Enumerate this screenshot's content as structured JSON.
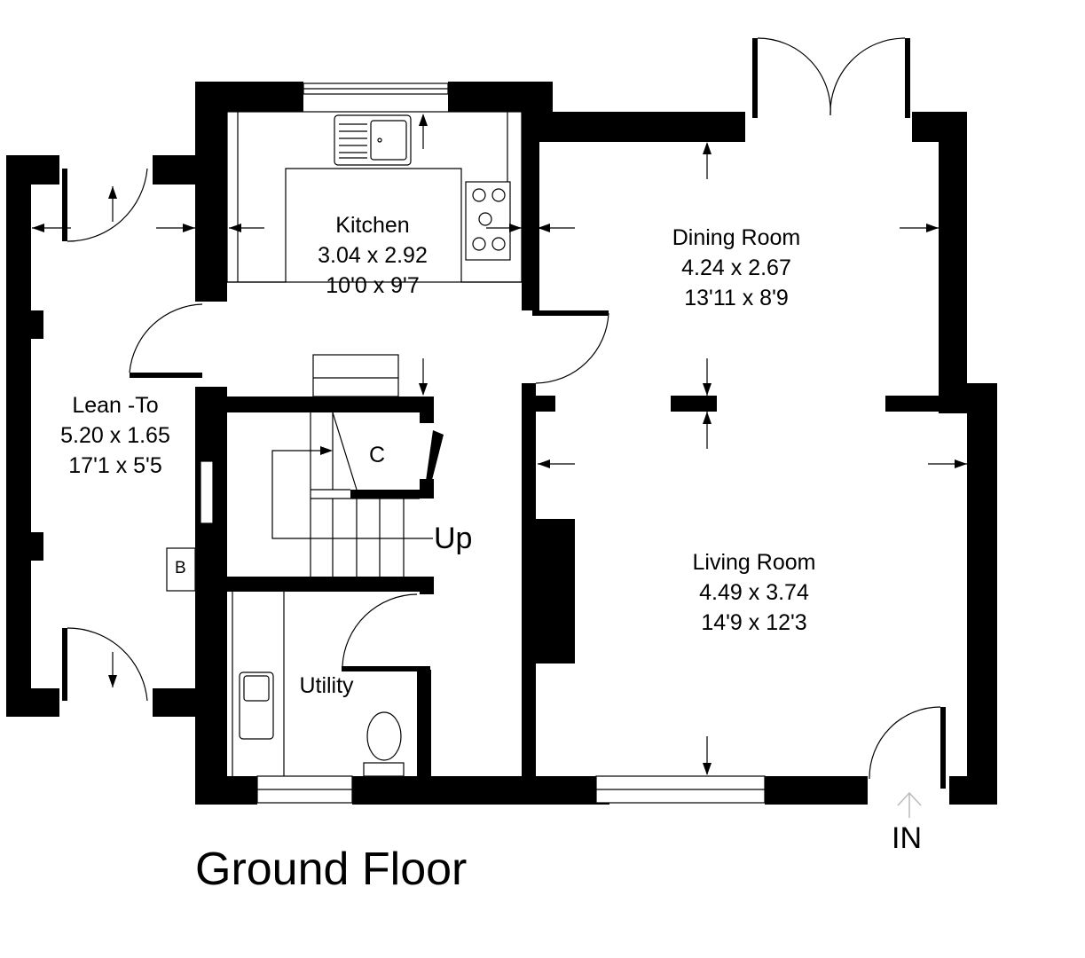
{
  "floor": {
    "title": "Ground Floor",
    "entrance_label": "IN",
    "rooms": [
      {
        "name": "Kitchen",
        "metric": "3.04 x 2.92",
        "imperial": "10'0 x 9'7"
      },
      {
        "name": "Dining Room",
        "metric": "4.24 x 2.67",
        "imperial": "13'11 x 8'9"
      },
      {
        "name": "Lean -To",
        "metric": "5.20 x 1.65",
        "imperial": "17'1 x 5'5"
      },
      {
        "name": "Living Room",
        "metric": "4.49 x 3.74",
        "imperial": "14'9 x 12'3"
      },
      {
        "name": "Utility",
        "metric": "",
        "imperial": ""
      }
    ],
    "markers": {
      "cupboard": "C",
      "boiler": "B",
      "stairs": "Up"
    }
  },
  "colors": {
    "wall": "#000000",
    "background": "#ffffff",
    "entrance_arrow": "#bbbbbb"
  }
}
